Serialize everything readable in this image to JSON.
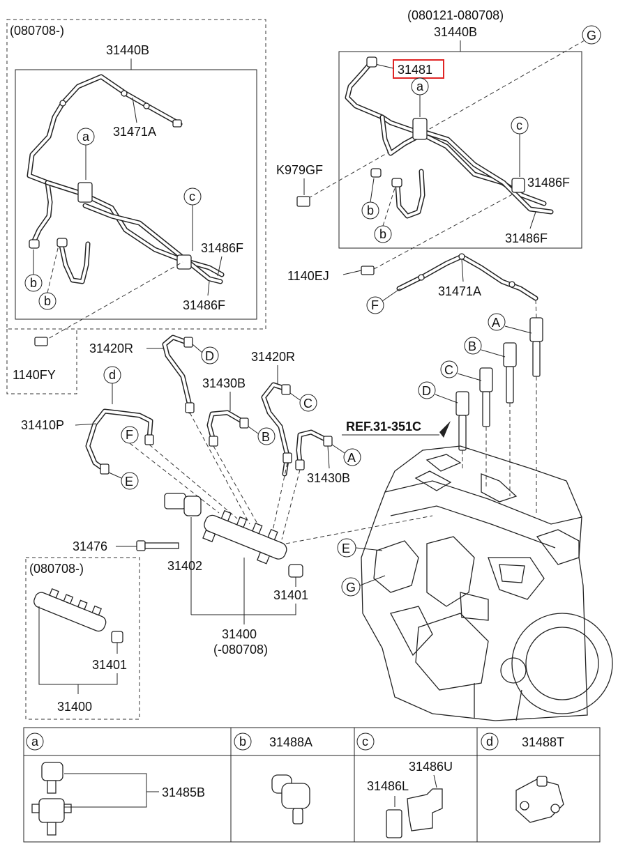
{
  "left_panel": {
    "date_range": "(080708-)",
    "part_31440B": "31440B",
    "part_31471A": "31471A",
    "part_31486F_top": "31486F",
    "part_31486F_bottom": "31486F",
    "callout_a": "a",
    "callout_b1": "b",
    "callout_b2": "b",
    "callout_c": "c",
    "part_1140FY": "1140FY"
  },
  "right_panel": {
    "date_range": "(080121-080708)",
    "part_31440B": "31440B",
    "part_31481": "31481",
    "callout_G": "G",
    "callout_a": "a",
    "callout_c": "c",
    "callout_b1": "b",
    "callout_b2": "b",
    "part_K979GF": "K979GF",
    "part_31486F_top": "31486F",
    "part_31486F_bottom": "31486F"
  },
  "mid": {
    "part_1140EJ": "1140EJ",
    "part_31471A": "31471A",
    "callout_F": "F",
    "callout_A": "A",
    "callout_B": "B",
    "callout_C": "C",
    "callout_D": "D",
    "ref_label": "REF.31-351C"
  },
  "lines": {
    "part_31420R_left": "31420R",
    "part_31420R_right": "31420R",
    "callout_D": "D",
    "callout_C": "C",
    "part_31430B_top": "31430B",
    "part_31430B_bottom": "31430B",
    "callout_B": "B",
    "callout_A": "A",
    "callout_d": "d",
    "part_31410P": "31410P",
    "callout_F": "F",
    "callout_E": "E"
  },
  "rail": {
    "part_31476": "31476",
    "part_31402": "31402",
    "part_31401": "31401",
    "part_31400": "31400",
    "part_31400_range": "(-080708)",
    "callout_E": "E",
    "callout_G": "G"
  },
  "lower_inset": {
    "date_range": "(080708-)",
    "part_31401": "31401",
    "part_31400": "31400"
  },
  "legend": {
    "a_letter": "a",
    "a_part": "31485B",
    "b_letter": "b",
    "b_part": "31488A",
    "c_letter": "c",
    "c_part_u": "31486U",
    "c_part_l": "31486L",
    "d_letter": "d",
    "d_part": "31488T"
  },
  "colors": {
    "highlight": "#e02424",
    "ink": "#222222"
  }
}
